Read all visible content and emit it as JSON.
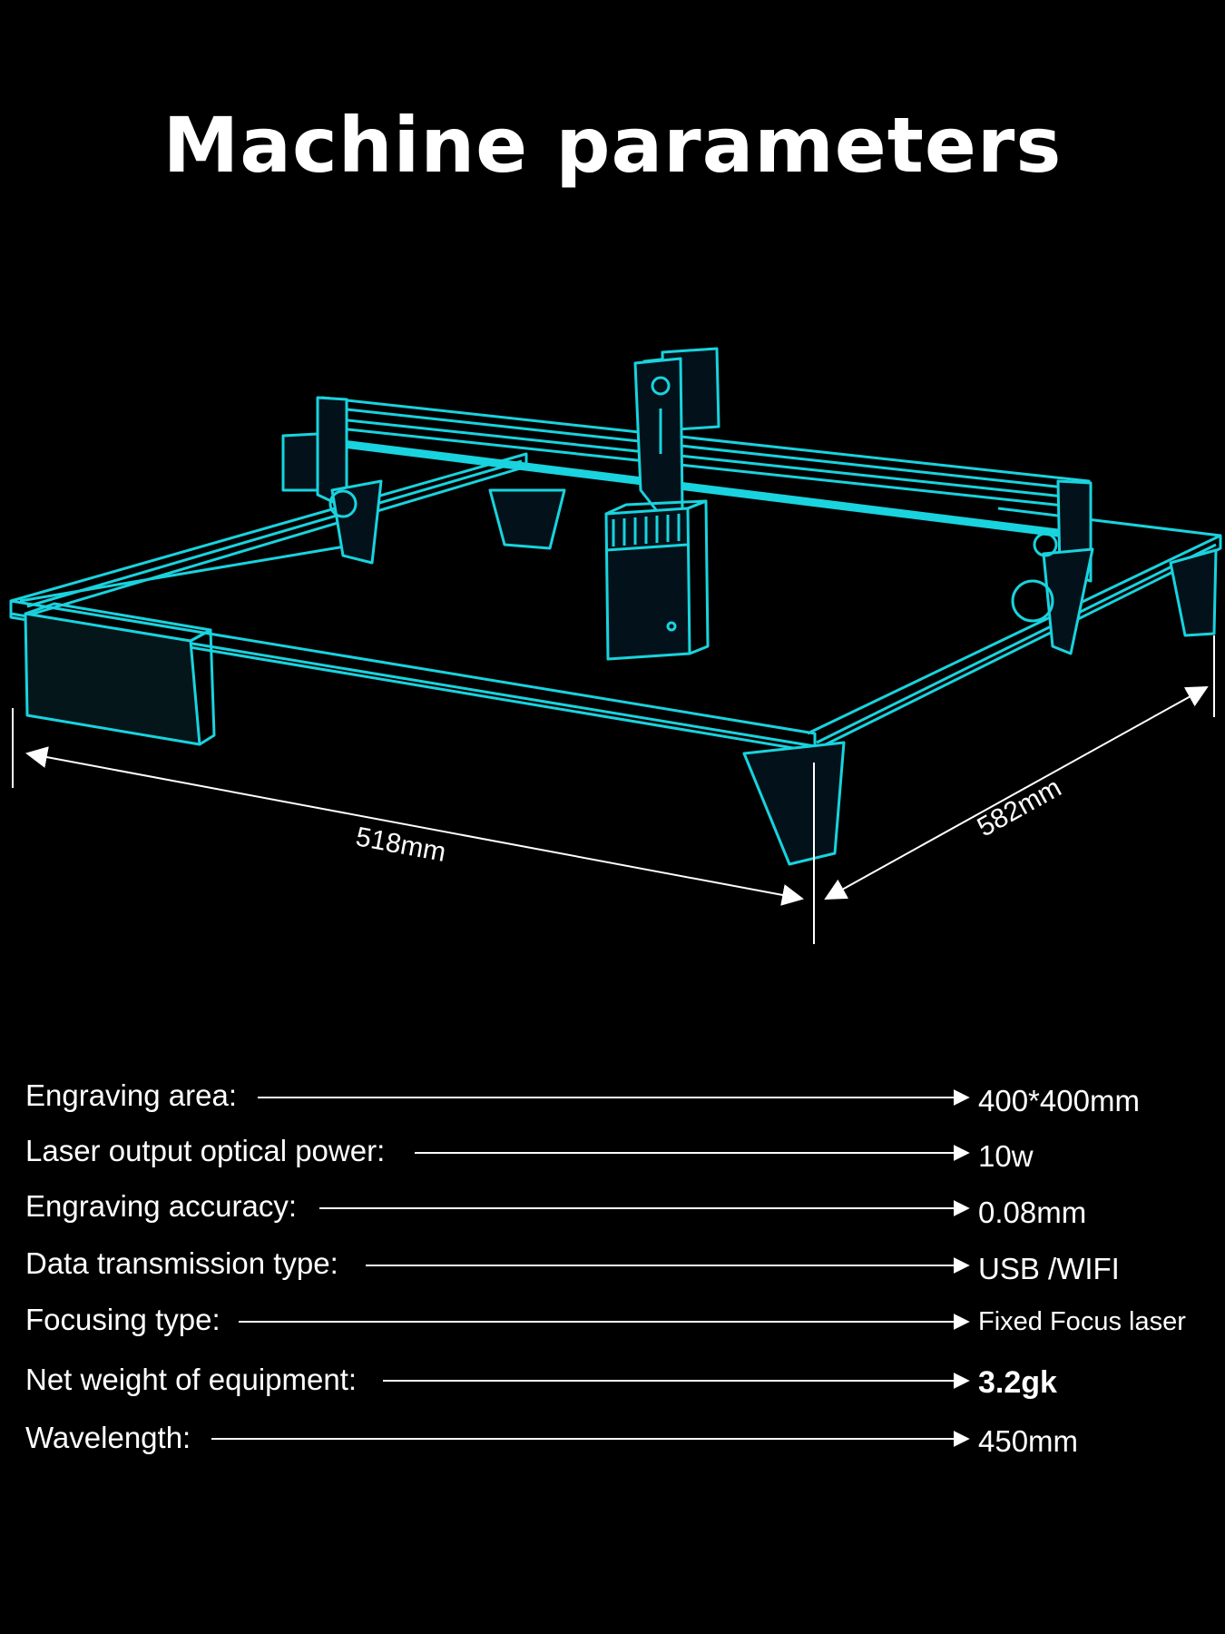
{
  "title": "Machine parameters",
  "colors": {
    "background": "#000000",
    "machine_wireframe": "#19d3de",
    "text": "#ffffff"
  },
  "dimensions": {
    "width_label": "518mm",
    "depth_label": "582mm"
  },
  "specs": [
    {
      "label": "Engraving area:",
      "value": "400*400mm"
    },
    {
      "label": "Laser output optical power:",
      "value": "10w"
    },
    {
      "label": "Engraving accuracy:",
      "value": "0.08mm"
    },
    {
      "label": "Data transmission type:",
      "value": "USB /WIFI"
    },
    {
      "label": "Focusing type:",
      "value": "Fixed Focus laser"
    },
    {
      "label": "Net weight of equipment:",
      "value": "3.2gk"
    },
    {
      "label": "Wavelength:",
      "value": "450mm"
    }
  ]
}
